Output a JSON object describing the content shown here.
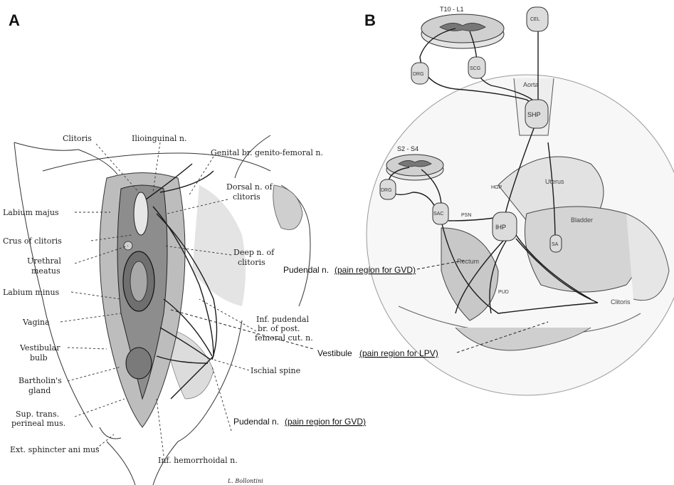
{
  "panels": {
    "a": "A",
    "b": "B"
  },
  "panel_a_labels": {
    "clitoris": "Clitoris",
    "ilioinguinal": "Ilioinguinal n.",
    "genital_br": "Genital br. genito-femoral n.",
    "dorsal_n_1": "Dorsal n. of",
    "dorsal_n_2": "clitoris",
    "labium_majus": "Labium majus",
    "crus": "Crus of clitoris",
    "urethral_1": "Urethral",
    "urethral_2": "meatus",
    "deep_n_1": "Deep n. of",
    "deep_n_2": "clitoris",
    "labium_minus": "Labium minus",
    "vagina": "Vagina",
    "inf_pudendal_1": "Inf. pudendal",
    "inf_pudendal_2": "br. of post.",
    "inf_pudendal_3": "femoral cut. n.",
    "vestibular_1": "Vestibular",
    "vestibular_2": "bulb",
    "ischial": "Ischial spine",
    "bartholin_1": "Bartholin's",
    "bartholin_2": "gland",
    "sup_trans_1": "Sup. trans.",
    "sup_trans_2": "perineal mus.",
    "ext_sphincter": "Ext. sphincter ani mus",
    "inf_hemorrhoidal": "Inf. hemorrhoidal n.",
    "signature": "L. Bollontini"
  },
  "annotations": {
    "pudendal_b_name": "Pudendal n.",
    "pudendal_b_note": "(pain region for GVD)",
    "vestibule_name": "Vestibule",
    "vestibule_note": "(pain region for LPV)",
    "pudendal_a_name": "Pudendal n.",
    "pudendal_a_note": "(pain region for GVD)"
  },
  "panel_b_labels": {
    "t10_l1": "T10 - L1",
    "cel": "CEL",
    "drg_top": "DRG",
    "scg": "SCG",
    "aorta": "Aorta",
    "shp": "SHP",
    "s2_s4": "S2 - S4",
    "drg_bottom": "DRG",
    "sac": "SAC",
    "hgp": "HGP",
    "psn": "PSN",
    "ihp": "IHP",
    "uterus": "Uterus",
    "bladder": "Bladder",
    "sa": "SA",
    "rectum": "Rectum",
    "pud": "PUD",
    "clitoris": "Clitoris"
  }
}
